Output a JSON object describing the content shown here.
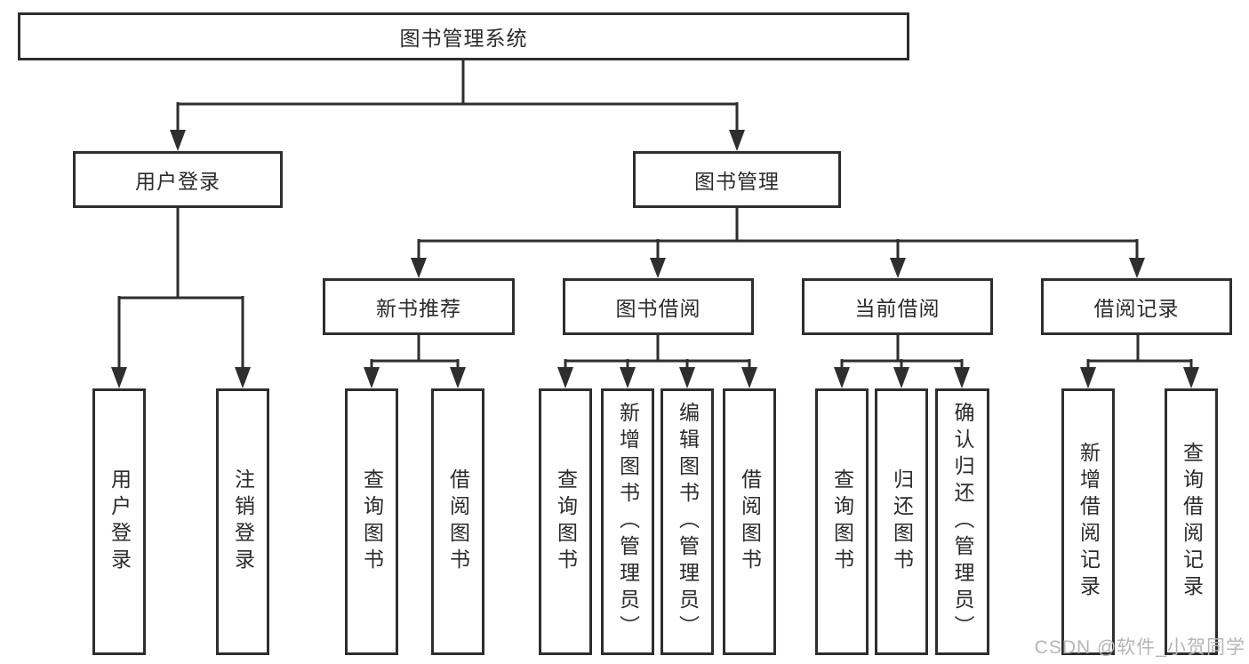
{
  "diagram": {
    "title": "图书管理系统",
    "nodes": {
      "root": "图书管理系统",
      "user_login": "用户登录",
      "book_mgmt": "图书管理",
      "new_book_rec": "新书推荐",
      "book_borrow": "图书借阅",
      "current_borrow": "当前借阅",
      "borrow_record": "借阅记录",
      "ul_user_login": "用户登录",
      "ul_logout": "注销登录",
      "nb_query_book": "查询图书",
      "nb_borrow_book": "借阅图书",
      "bb_query_book": "查询图书",
      "bb_add_book": "新增图书（管理员）",
      "bb_edit_book": "编辑图书（管理员）",
      "bb_borrow_book": "借阅图书",
      "cb_query_book": "查询图书",
      "cb_return_book": "归还图书",
      "cb_confirm_return": "确认归还（管理员）",
      "br_add_record": "新增借阅记录",
      "br_query_record": "查询借阅记录"
    },
    "colors": {
      "line": "#2e2e2e",
      "box_border": "#2e2e2e",
      "background": "#ffffff",
      "watermark": "#b6b6b6"
    }
  },
  "watermark": "CSDN @软件_小贺同学"
}
